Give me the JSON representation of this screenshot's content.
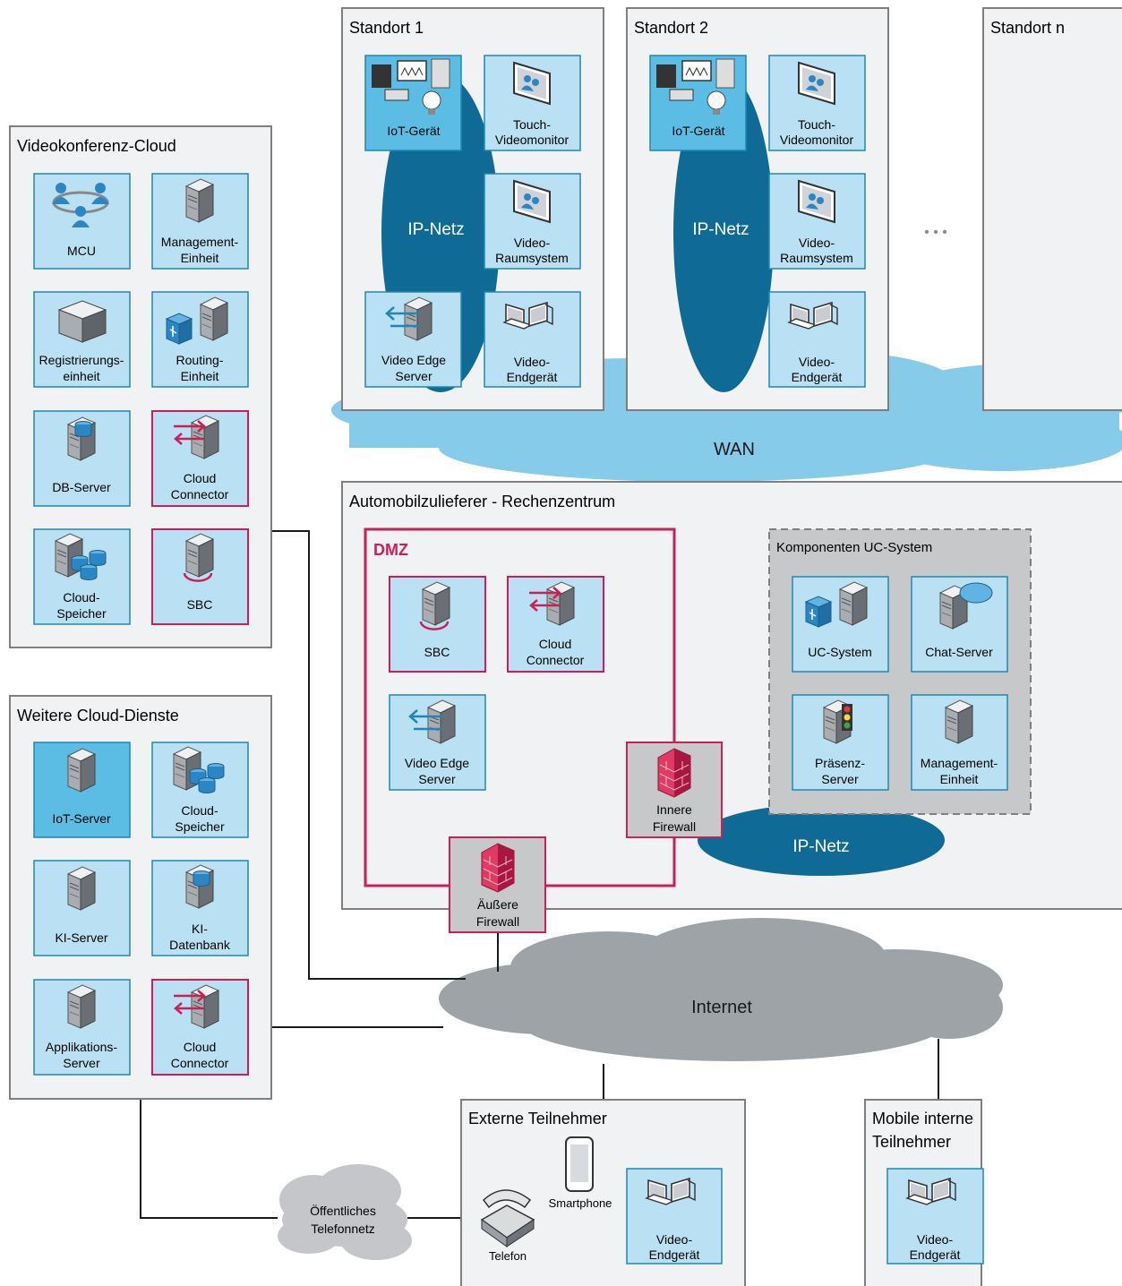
{
  "colors": {
    "tile_fill": "#b9e1f3",
    "tile_dark": "#5bbde3",
    "tile_border": "#1f87b3",
    "accent_magenta": "#cc1f55",
    "ip_net": "#0f6b96",
    "wan": "#86cbea",
    "internet": "#9ea3a8",
    "panel_fill": "#f1f2f3",
    "panel_border": "#7f7f7f",
    "gray_box": "#c6c8ca"
  },
  "standorte": {
    "s1": {
      "title": "Standort 1",
      "net": "IP-Netz",
      "iot": "IoT-Gerät",
      "touch": [
        "Touch-",
        "Videomonitor"
      ],
      "raum": [
        "Video-",
        "Raumsystem"
      ],
      "edge": [
        "Video Edge",
        "Server"
      ],
      "endgeraet": [
        "Video-",
        "Endgerät"
      ]
    },
    "s2": {
      "title": "Standort 2",
      "net": "IP-Netz",
      "iot": "IoT-Gerät",
      "touch": [
        "Touch-",
        "Videomonitor"
      ],
      "raum": [
        "Video-",
        "Raumsystem"
      ],
      "endgeraet": [
        "Video-",
        "Endgerät"
      ]
    },
    "sn": {
      "title": "Standort n"
    },
    "ellipsis": "• • •"
  },
  "wan": "WAN",
  "videokonferenz": {
    "title": "Videokonferenz-Cloud",
    "mcu": "MCU",
    "management": [
      "Management-",
      "Einheit"
    ],
    "registrierung": [
      "Registrierungs-",
      "einheit"
    ],
    "routing": [
      "Routing-",
      "Einheit"
    ],
    "db": "DB-Server",
    "connector": [
      "Cloud",
      "Connector"
    ],
    "speicher": [
      "Cloud-",
      "Speicher"
    ],
    "sbc": "SBC"
  },
  "weitere": {
    "title": "Weitere Cloud-Dienste",
    "iot_server": "IoT-Server",
    "speicher": [
      "Cloud-",
      "Speicher"
    ],
    "ki_server": "KI-Server",
    "ki_db": [
      "KI-",
      "Datenbank"
    ],
    "app_server": [
      "Applikations-",
      "Server"
    ],
    "connector": [
      "Cloud",
      "Connector"
    ]
  },
  "rechenzentrum": {
    "title": "Automobilzulieferer - Rechenzentrum",
    "dmz": "DMZ",
    "sbc": "SBC",
    "connector": [
      "Cloud",
      "Connector"
    ],
    "edge": [
      "Video Edge",
      "Server"
    ],
    "inner_fw": [
      "Innere",
      "Firewall"
    ],
    "outer_fw": [
      "Äußere",
      "Firewall"
    ],
    "uc_title": "Komponenten UC-System",
    "uc_system": "UC-System",
    "chat": "Chat-Server",
    "praesenz": [
      "Präsenz-",
      "Server"
    ],
    "management": [
      "Management-",
      "Einheit"
    ],
    "net": "IP-Netz"
  },
  "internet": "Internet",
  "extern": {
    "title": "Externe Teilnehmer",
    "smartphone": "Smartphone",
    "telefon": "Telefon",
    "endgeraet": [
      "Video-",
      "Endgerät"
    ]
  },
  "mobile": {
    "title": [
      "Mobile interne",
      "Teilnehmer"
    ],
    "endgeraet": [
      "Video-",
      "Endgerät"
    ]
  },
  "telefonnetz": [
    "Öffentliches",
    "Telefonnetz"
  ]
}
